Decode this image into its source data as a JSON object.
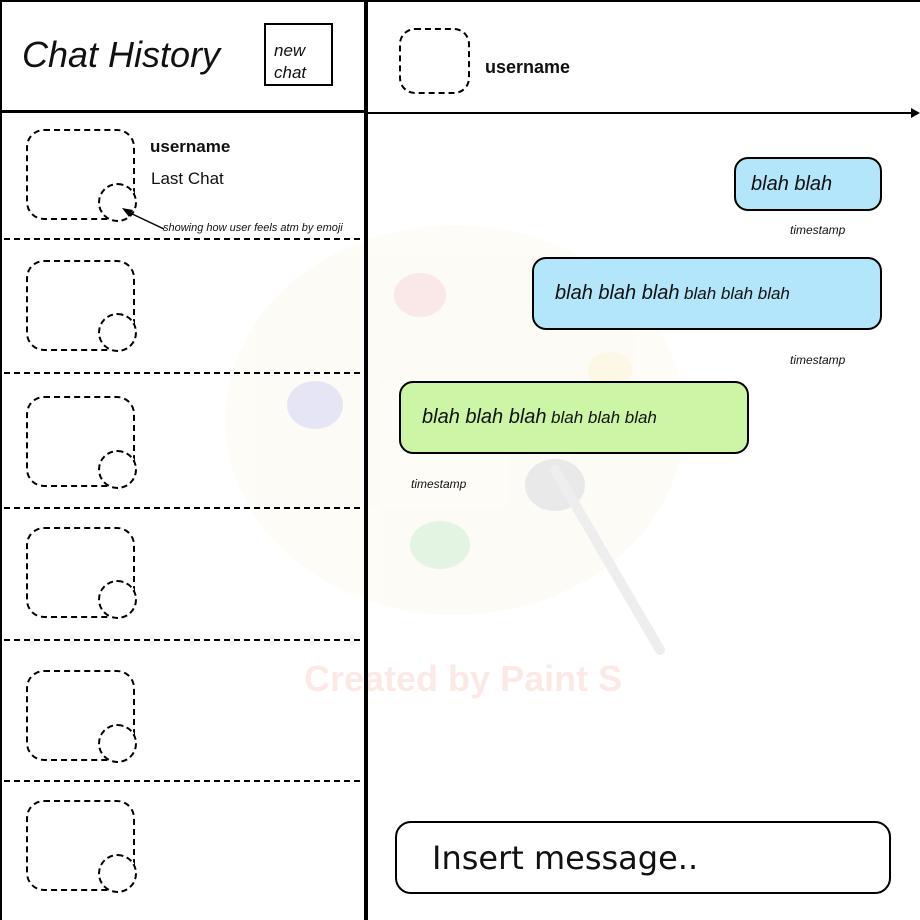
{
  "sidebar": {
    "title": "Chat History",
    "new_chat_label": "new chat",
    "chats": [
      {
        "username": "username",
        "last_message": "Last Chat",
        "annotation": "showing how user feels atm by emoji"
      },
      {},
      {},
      {},
      {},
      {}
    ]
  },
  "conversation": {
    "header": {
      "username": "username"
    },
    "messages": [
      {
        "direction": "outgoing",
        "text_large": "blah blah",
        "text_small": "",
        "timestamp": "timestamp"
      },
      {
        "direction": "outgoing",
        "text_large": "blah blah blah",
        "text_small": "blah blah blah",
        "timestamp": "timestamp"
      },
      {
        "direction": "incoming",
        "text_large": "blah blah blah",
        "text_small": "blah blah blah",
        "timestamp": "timestamp"
      }
    ],
    "composer": {
      "placeholder": "Insert message.."
    }
  },
  "watermark": {
    "text": "Created by Paint S"
  },
  "colors": {
    "outgoing_bubble": "#b3e5fb",
    "incoming_bubble": "#cdf5a6",
    "line": "#000000"
  }
}
